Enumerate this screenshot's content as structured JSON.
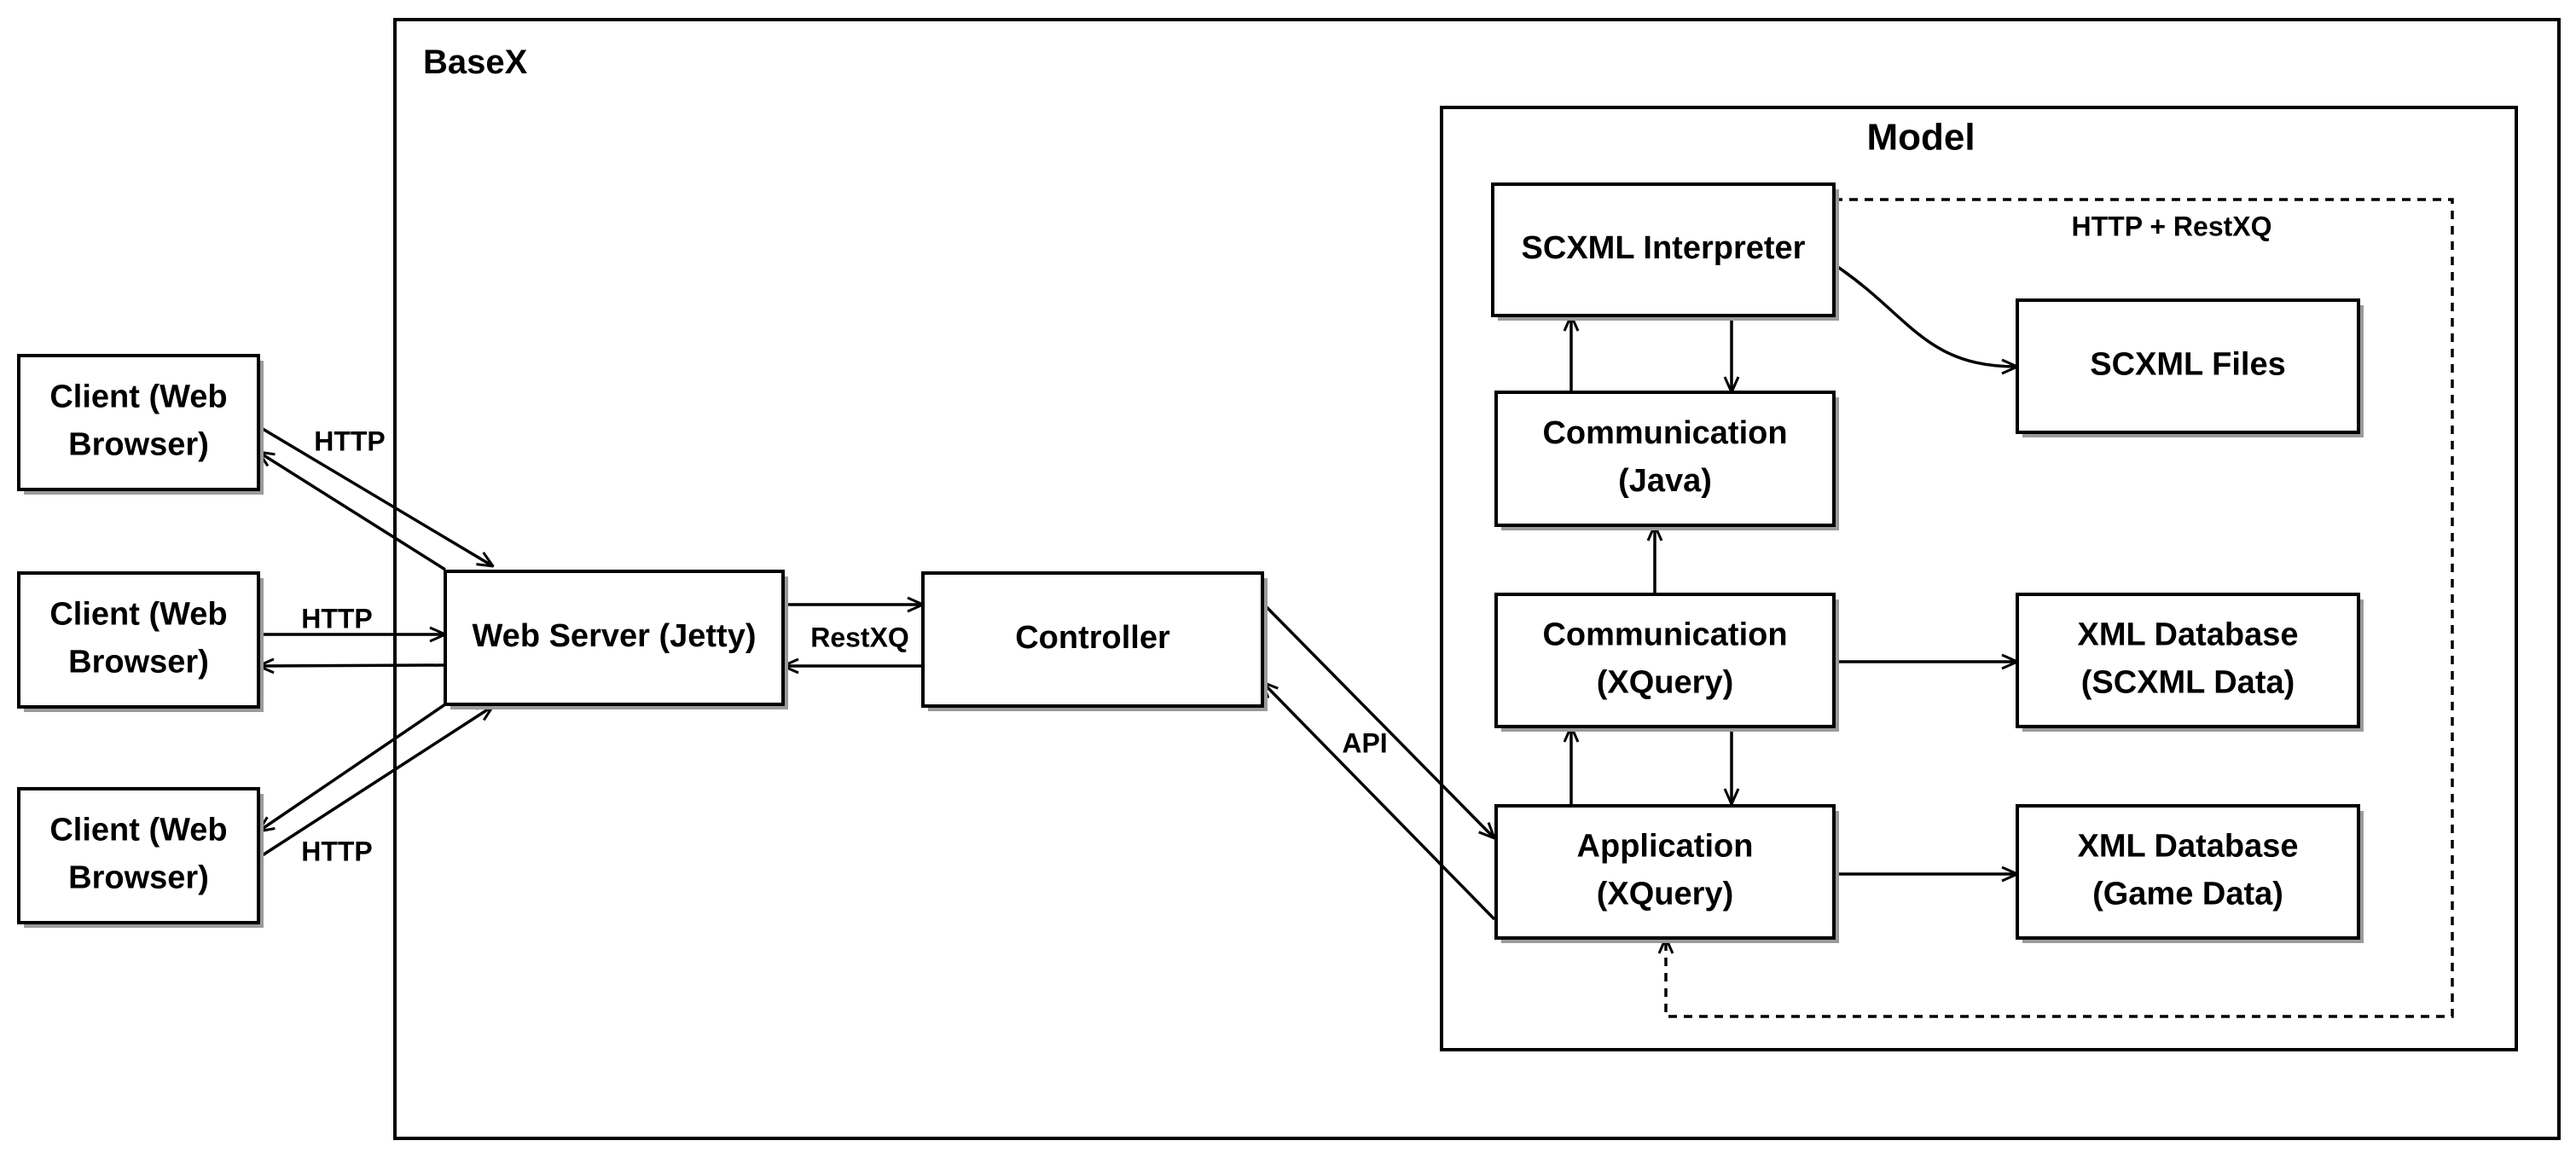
{
  "containers": {
    "basex": "BaseX",
    "model": "Model"
  },
  "nodes": {
    "client1": [
      "Client (Web",
      "Browser)"
    ],
    "client2": [
      "Client (Web",
      "Browser)"
    ],
    "client3": [
      "Client (Web",
      "Browser)"
    ],
    "web_server": [
      "Web Server (Jetty)"
    ],
    "controller": [
      "Controller"
    ],
    "scxml_interpreter": [
      "SCXML Interpreter"
    ],
    "scxml_files": [
      "SCXML Files"
    ],
    "comm_java": [
      "Communication",
      "(Java)"
    ],
    "comm_xquery": [
      "Communication",
      "(XQuery)"
    ],
    "application": [
      "Application",
      "(XQuery)"
    ],
    "xml_db_scxml": [
      "XML Database",
      "(SCXML Data)"
    ],
    "xml_db_game": [
      "XML Database",
      "(Game Data)"
    ]
  },
  "edge_labels": {
    "http_1": "HTTP",
    "http_2": "HTTP",
    "http_3": "HTTP",
    "restxq": "RestXQ",
    "api": "API",
    "http_restxq": "HTTP + RestXQ"
  },
  "colors": {
    "stroke": "#000000",
    "fill": "#ffffff",
    "shadow": "#9a9a9a"
  }
}
